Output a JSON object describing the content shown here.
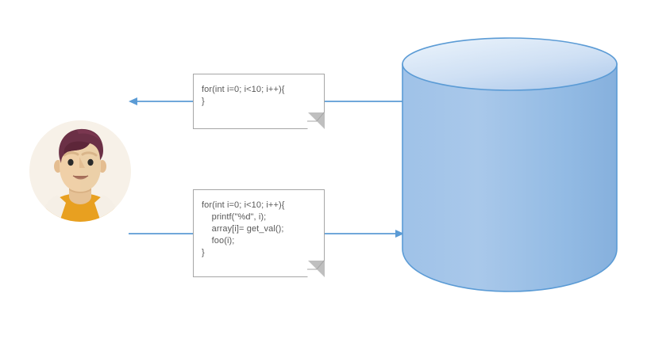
{
  "diagram": {
    "title": "User and database read/write interaction diagram",
    "background_color": "#ffffff"
  },
  "actor": {
    "name": "user-avatar",
    "label": "User avatar",
    "colors": {
      "background": "#f7f1e8",
      "hair": "#6b3046",
      "skin": "#f0d0a8",
      "skin_shadow": "#e0b98c",
      "shirt": "#e8a020",
      "shirt_shadow": "#d18d14",
      "neck": "#e6c296",
      "eye": "#2b2b2b",
      "mouth": "#b07a63",
      "collar": "#f5efe6"
    }
  },
  "notes": [
    {
      "id": "note-read",
      "name": "code-note-read",
      "code": "for(int i=0; i<10; i++){\n}",
      "border_color": "#a6a6a6",
      "text_color": "#595959",
      "fold_color": "#bfbfbf"
    },
    {
      "id": "note-write",
      "name": "code-note-write",
      "code": "for(int i=0; i<10; i++){\n    printf(\"%d\", i);\n    array[i]= get_val();\n    foo(i);\n}",
      "border_color": "#a6a6a6",
      "text_color": "#595959",
      "fold_color": "#bfbfbf"
    }
  ],
  "connectors": [
    {
      "id": "arrow-db-to-note-read",
      "name": "connector-database-to-note-read",
      "direction": "left-to-note",
      "arrowhead": "none",
      "color": "#5b9bd5",
      "from": "database",
      "to": "code-note-read"
    },
    {
      "id": "arrow-note-read-to-user",
      "name": "connector-note-read-to-user",
      "direction": "left",
      "arrowhead": "left",
      "color": "#5b9bd5",
      "from": "code-note-read",
      "to": "user-avatar"
    },
    {
      "id": "arrow-user-to-note-write",
      "name": "connector-user-to-note-write",
      "direction": "right",
      "arrowhead": "none",
      "color": "#5b9bd5",
      "from": "user-avatar",
      "to": "code-note-write"
    },
    {
      "id": "arrow-note-write-to-db",
      "name": "connector-note-write-to-database",
      "direction": "right",
      "arrowhead": "right",
      "color": "#5b9bd5",
      "from": "code-note-write",
      "to": "database"
    }
  ],
  "database": {
    "name": "database-cylinder",
    "label": "Database",
    "colors": {
      "body_top": "#a9c8ea",
      "body_bottom": "#8cb6e0",
      "top_face_light": "#e4eef9",
      "top_face_dark": "#b6d0ee",
      "stroke": "#5b9bd5"
    }
  }
}
